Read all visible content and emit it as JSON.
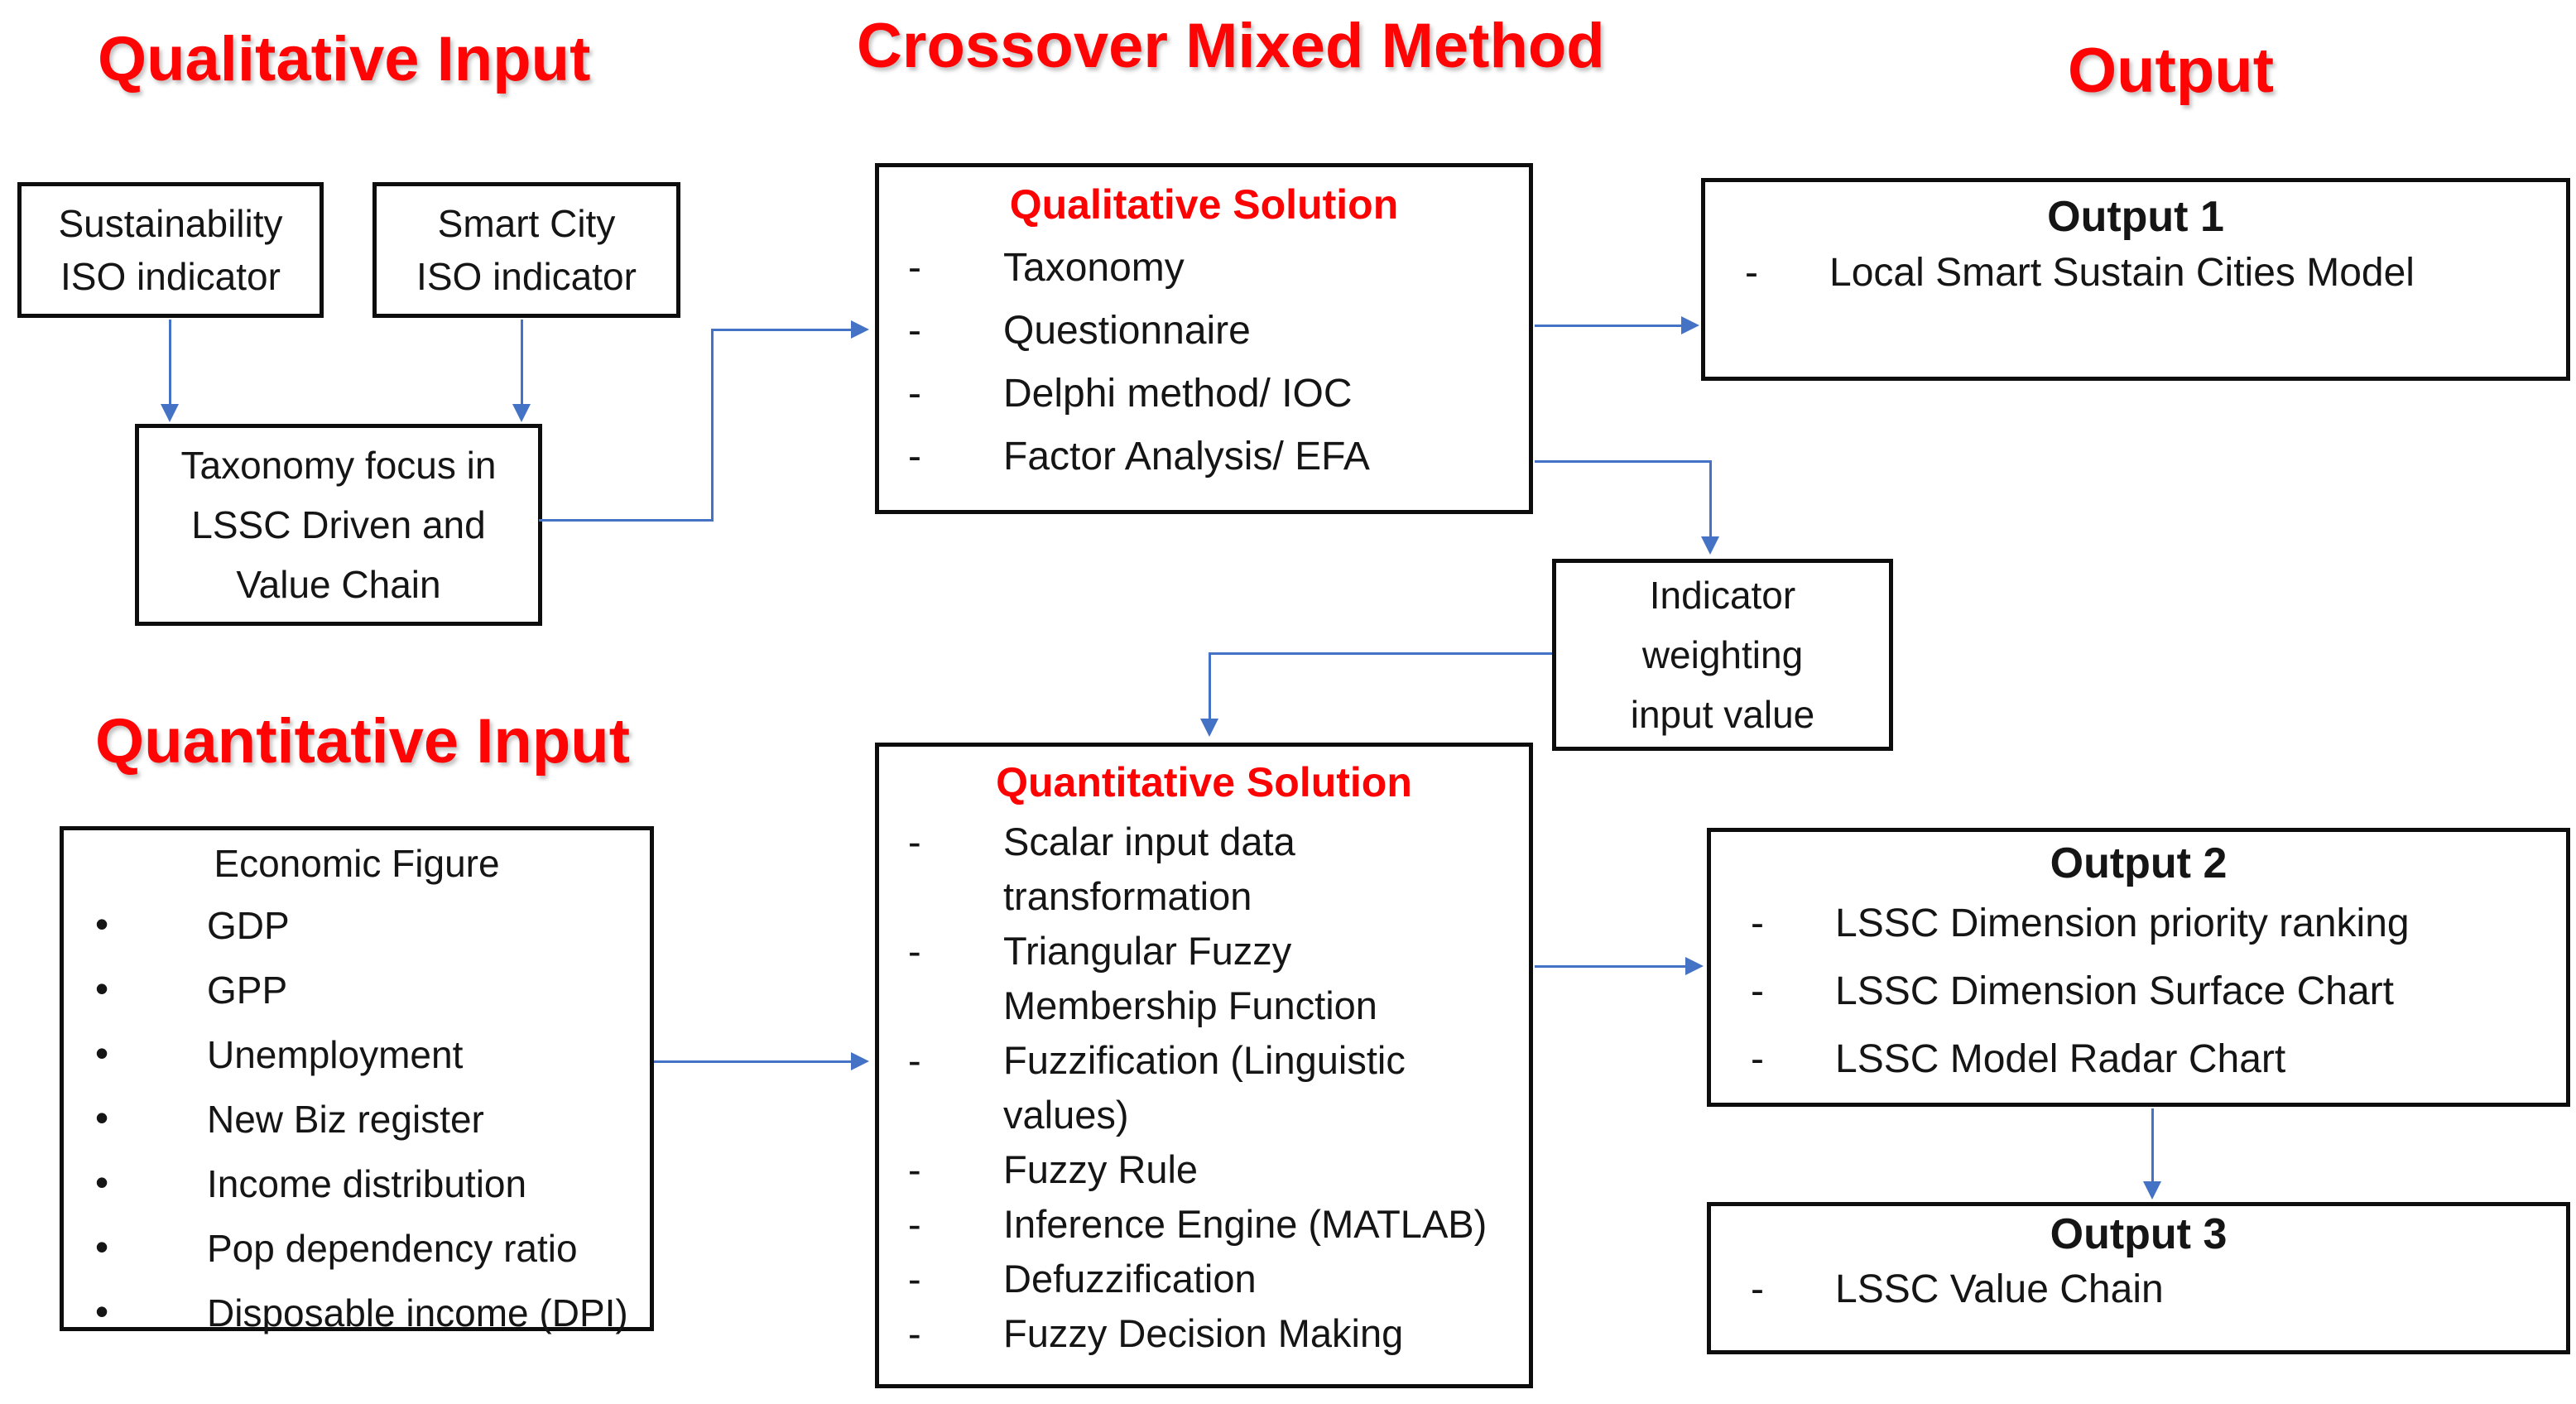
{
  "bullets": {
    "dash": "-",
    "dot": "•"
  },
  "colors": {
    "heading_red": "#fe0404",
    "title_red": "#fb0303",
    "arrow_blue": "#4472c4",
    "border_black": "#0d0d0d"
  },
  "headings": {
    "qualitative_input": "Qualitative Input",
    "crossover_mixed_method": "Crossover Mixed Method",
    "output": "Output",
    "quantitative_input": "Quantitative Input"
  },
  "boxes": {
    "sustainability": {
      "text": "Sustainability\nISO indicator"
    },
    "smart_city": {
      "text": "Smart City\nISO indicator"
    },
    "taxonomy_focus": {
      "text": "Taxonomy focus in\nLSSC Driven and\nValue Chain"
    },
    "qualitative_solution": {
      "title": "Qualitative Solution",
      "items": [
        "Taxonomy",
        "Questionnaire",
        "Delphi method/ IOC",
        "Factor Analysis/ EFA"
      ]
    },
    "output1": {
      "title": "Output 1",
      "items": [
        "Local Smart Sustain Cities Model"
      ]
    },
    "indicator_weighting": {
      "text": "Indicator\nweighting\ninput value"
    },
    "economic_figure": {
      "title": "Economic Figure",
      "items": [
        "GDP",
        "GPP",
        "Unemployment",
        "New Biz register",
        "Income distribution",
        "Pop dependency ratio",
        "Disposable income (DPI)"
      ]
    },
    "quantitative_solution": {
      "title": "Quantitative Solution",
      "items": [
        "Scalar input data\ntransformation",
        "Triangular Fuzzy\nMembership Function",
        "Fuzzification (Linguistic\nvalues)",
        "Fuzzy Rule",
        "Inference Engine (MATLAB)",
        "Defuzzification",
        "Fuzzy Decision Making"
      ]
    },
    "output2": {
      "title": "Output 2",
      "items": [
        "LSSC Dimension priority ranking",
        "LSSC Dimension Surface Chart",
        "LSSC Model Radar Chart"
      ]
    },
    "output3": {
      "title": "Output 3",
      "items": [
        "LSSC Value Chain"
      ]
    }
  }
}
